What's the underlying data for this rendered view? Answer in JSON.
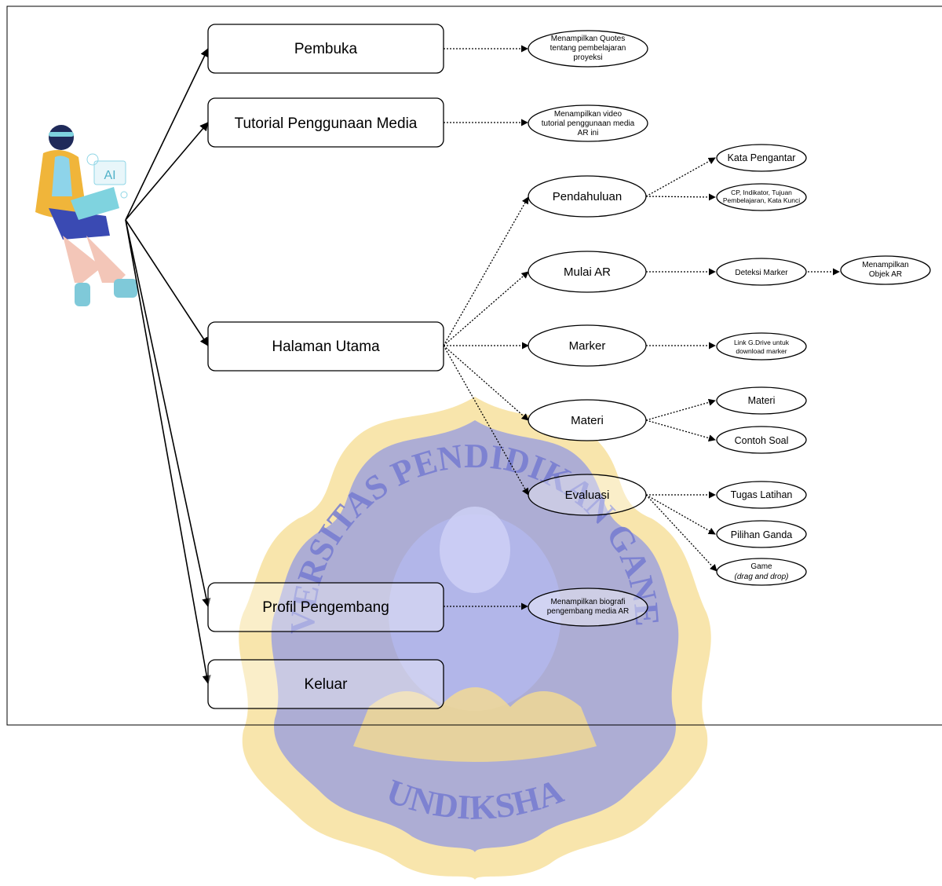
{
  "colors": {
    "seal_yellow": "#f3d27a",
    "seal_blue": "#7a82d6",
    "seal_text": "#5c63c8",
    "line": "#000000"
  },
  "watermark": {
    "arc_text": "UNIVERSITAS PENDIDIKAN GANESHA",
    "bottom_text": "UNDIKSHA"
  },
  "user_illustration": {
    "screen_label": "AI"
  },
  "main_menu": {
    "pembuka": "Pembuka",
    "tutorial": "Tutorial Penggunaan Media",
    "halaman_utama": "Halaman Utama",
    "profil": "Profil Pengembang",
    "keluar": "Keluar"
  },
  "descriptions": {
    "quotes": [
      "Menampilkan Quotes",
      "tentang pembelajaran",
      "proyeksi"
    ],
    "tutorial_video": [
      "Menampilkan video",
      "tutorial penggunaan media",
      "AR ini"
    ],
    "profil_bio": [
      "Menampilkan biografi",
      "pengembang media AR"
    ]
  },
  "halaman_utama_items": {
    "pendahuluan": "Pendahuluan",
    "mulai_ar": "Mulai AR",
    "marker": "Marker",
    "materi": "Materi",
    "evaluasi": "Evaluasi"
  },
  "sub_items": {
    "kata_pengantar": "Kata Pengantar",
    "cp_indikator": [
      "CP, Indikator, Tujuan",
      "Pembelajaran, Kata Kunci"
    ],
    "deteksi_marker": "Deteksi Marker",
    "objek_ar": [
      "Menampilkan",
      "Objek AR"
    ],
    "link_gdrive": [
      "Link G.Drive untuk",
      "download marker"
    ],
    "materi": "Materi",
    "contoh_soal": "Contoh Soal",
    "tugas_latihan": "Tugas Latihan",
    "pilihan_ganda": "Pilihan Ganda",
    "game": "Game",
    "game_sub": "(drag and drop)"
  }
}
